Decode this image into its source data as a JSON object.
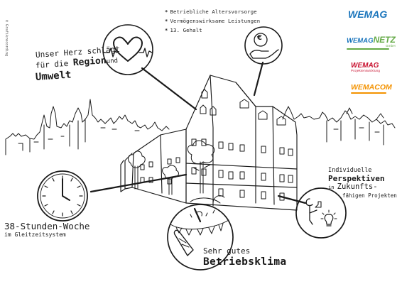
{
  "bullets": [
    "Betriebliche Altersvorsorge",
    "Vermögenswirksame Leistungen",
    "13. Gehalt"
  ],
  "heart_caption": {
    "line1": "Unser Herz schlägt",
    "line2a": "für die ",
    "line2b": "Region",
    "line2c": "und",
    "line3": "Umwelt"
  },
  "clock_caption": {
    "line1": "38-Stunden-Woche",
    "line2": "im Gleitzeitsystem"
  },
  "party_caption": {
    "line1": "Sehr gutes",
    "line2": "Betriebsklima"
  },
  "perspective_caption": {
    "line1": "Individuelle",
    "line2": "Perspektiven",
    "line3a": "in ",
    "line3b": "Zukunfts-",
    "line4": "fähigen Projekten"
  },
  "euro_symbol": "€",
  "credit": "© Grafikrecording",
  "logos": {
    "wemag": {
      "text": "WEMAG",
      "color": "#1a75bc"
    },
    "netz": {
      "text1": "WEMAG",
      "text2": "NETZ",
      "sub": "GmbH",
      "color1": "#1a75bc",
      "color2": "#63a944"
    },
    "projekt": {
      "text": "WEMAG",
      "sub": "Projektentwicklung",
      "color": "#c8102e"
    },
    "com": {
      "text1": "WEMA",
      "text2": "COM",
      "color1": "#f39200",
      "color2": "#f39200"
    }
  },
  "icons": [
    "heart-icon",
    "euro-coin-icon",
    "clock-icon",
    "party-hat-icon",
    "lightbulb-person-icon",
    "castle-building-icon"
  ],
  "colors": {
    "ink": "#1a1a1a",
    "background": "#ffffff"
  }
}
